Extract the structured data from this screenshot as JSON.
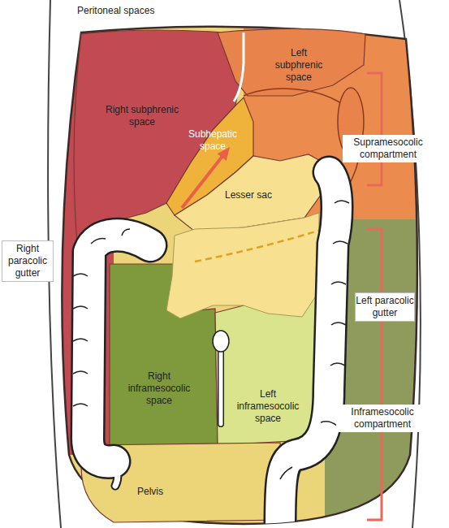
{
  "diagram": {
    "title": "Peritoneal spaces",
    "nodes": [
      {
        "text": [
          "Right subphrenic space"
        ]
      },
      {
        "text": [
          "Left subphrenic space"
        ]
      },
      {
        "text": [
          "Subhepatic space"
        ]
      },
      {
        "text": [
          "Lesser sac"
        ]
      },
      {
        "text": [
          "Right inframesocolic space"
        ]
      },
      {
        "text": [
          "Left inframesocolic space"
        ]
      },
      {
        "text": [
          "Pelvis"
        ]
      }
    ],
    "labels": [
      "Supramesocolic compartment",
      "Right paracolic gutter",
      "Left paracolic gutter",
      "Inframesocolic compartment"
    ]
  }
}
